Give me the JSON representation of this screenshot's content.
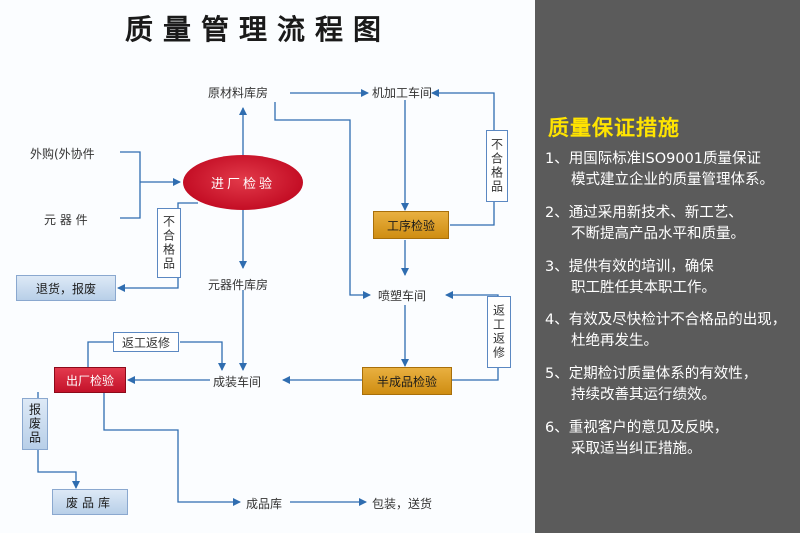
{
  "title": "质量管理流程图",
  "nodes": {
    "raw_warehouse": "原材料库房",
    "machining": "机加工车间",
    "outsourced": "外购(外协件",
    "components": "元 器 件",
    "incoming_inspection": "进厂检验",
    "process_inspection": "工序检验",
    "return_scrap": "退货，报废",
    "component_warehouse": "元器件库房",
    "spray_workshop": "喷塑车间",
    "rework_top": "返工返修",
    "outgoing_inspection": "出厂检验",
    "assembly_workshop": "成装车间",
    "semi_inspection": "半成品检验",
    "scrap_goods_label": "报废品",
    "scrap_warehouse": "废品库",
    "finished_warehouse": "成品库",
    "packing_shipping": "包装，送货",
    "nonconform_right": "不合格品",
    "nonconform_left": "不合格品",
    "rework_right": "返工返修"
  },
  "colors": {
    "arrow": "#2f6db0",
    "inspection_red": "#c40e25",
    "inspection_gold": "#d9961e",
    "highlight_yellow": "#ffe400"
  },
  "side": {
    "heading": "质量保证措施",
    "items": [
      {
        "line1": "1、用国际标准ISO9001质量保证",
        "line2": "模式建立企业的质量管理体系。"
      },
      {
        "line1": "2、通过采用新技术、新工艺、",
        "line2": "不断提高产品水平和质量。"
      },
      {
        "line1": "3、提供有效的培训，确保",
        "line2": "职工胜任其本职工作。"
      },
      {
        "line1": "4、有效及尽快检计不合格品的出现，",
        "line2": "杜绝再发生。"
      },
      {
        "line1": "5、定期检讨质量体系的有效性，",
        "line2": "持续改善其运行绩效。"
      },
      {
        "line1": "6、重视客户的意见及反映，",
        "line2": "采取适当纠正措施。"
      }
    ]
  }
}
